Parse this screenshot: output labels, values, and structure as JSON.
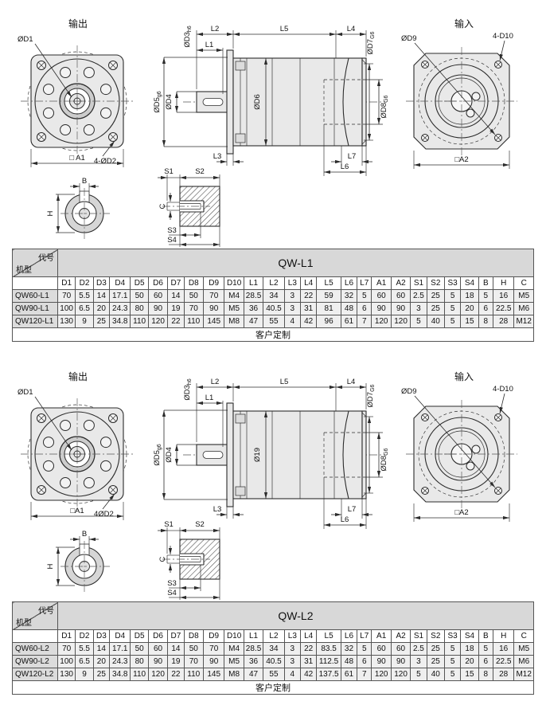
{
  "drawings": {
    "labels": {
      "output_title": "输出",
      "input_title": "输入",
      "od1": "ØD1",
      "od3": "ØD3",
      "od3_sub": "h6",
      "od4": "ØD4",
      "od5": "ØD5",
      "od5_sub": "g6",
      "od7": "ØD7",
      "od7_sub": "G6",
      "od8": "ØD8",
      "od8_sub": "G6",
      "od9": "ØD9",
      "d10_callout": "4-D10",
      "l1": "L1",
      "l2": "L2",
      "l3": "L3",
      "l4": "L4",
      "l5": "L5",
      "l6": "L6",
      "l7": "L7",
      "a2": "□A2",
      "s1": "S1",
      "s2": "S2",
      "s3": "S3",
      "s4": "S4",
      "b": "B",
      "h": "H",
      "c": "C"
    },
    "set1": {
      "d2_callout": "4-ØD2",
      "body_dia": "ØD6",
      "a1": "□ A1"
    },
    "set2": {
      "d2_callout": "4ØD2",
      "body_dia": "Ø19",
      "a1": "□A1"
    }
  },
  "tables": [
    {
      "title": "QW-L1",
      "corner_top": "代号",
      "corner_bottom": "机型",
      "columns": [
        "D1",
        "D2",
        "D3",
        "D4",
        "D5",
        "D6",
        "D7",
        "D8",
        "D9",
        "D10",
        "L1",
        "L2",
        "L3",
        "L4",
        "L5",
        "L6",
        "L7",
        "A1",
        "A2",
        "S1",
        "S2",
        "S3",
        "S4",
        "B",
        "H",
        "C"
      ],
      "rows": [
        {
          "model": "QW60-L1",
          "values": [
            "70",
            "5.5",
            "14",
            "17.1",
            "50",
            "60",
            "14",
            "50",
            "70",
            "M4",
            "28.5",
            "34",
            "3",
            "22",
            "59",
            "32",
            "5",
            "60",
            "60",
            "2.5",
            "25",
            "5",
            "18",
            "5",
            "16",
            "M5"
          ]
        },
        {
          "model": "QW90-L1",
          "values": [
            "100",
            "6.5",
            "20",
            "24.3",
            "80",
            "90",
            "19",
            "70",
            "90",
            "M5",
            "36",
            "40.5",
            "3",
            "31",
            "81",
            "48",
            "6",
            "90",
            "90",
            "3",
            "25",
            "5",
            "20",
            "6",
            "22.5",
            "M6"
          ]
        },
        {
          "model": "QW120-L1",
          "values": [
            "130",
            "9",
            "25",
            "34.8",
            "110",
            "120",
            "22",
            "110",
            "145",
            "M8",
            "47",
            "55",
            "4",
            "42",
            "96",
            "61",
            "7",
            "120",
            "120",
            "5",
            "40",
            "5",
            "15",
            "8",
            "28",
            "M12"
          ]
        }
      ],
      "footer": "客户定制"
    },
    {
      "title": "QW-L2",
      "corner_top": "代号",
      "corner_bottom": "机型",
      "columns": [
        "D1",
        "D2",
        "D3",
        "D4",
        "D5",
        "D6",
        "D7",
        "D8",
        "D9",
        "D10",
        "L1",
        "L2",
        "L3",
        "L4",
        "L5",
        "L6",
        "L7",
        "A1",
        "A2",
        "S1",
        "S2",
        "S3",
        "S4",
        "B",
        "H",
        "C"
      ],
      "rows": [
        {
          "model": "QW60-L2",
          "values": [
            "70",
            "5.5",
            "14",
            "17.1",
            "50",
            "60",
            "14",
            "50",
            "70",
            "M4",
            "28.5",
            "34",
            "3",
            "22",
            "83.5",
            "32",
            "5",
            "60",
            "60",
            "2.5",
            "25",
            "5",
            "18",
            "5",
            "16",
            "M5"
          ]
        },
        {
          "model": "QW90-L2",
          "values": [
            "100",
            "6.5",
            "20",
            "24.3",
            "80",
            "90",
            "19",
            "70",
            "90",
            "M5",
            "36",
            "40.5",
            "3",
            "31",
            "112.5",
            "48",
            "6",
            "90",
            "90",
            "3",
            "25",
            "5",
            "20",
            "6",
            "22.5",
            "M6"
          ]
        },
        {
          "model": "QW120-L2",
          "values": [
            "130",
            "9",
            "25",
            "34.8",
            "110",
            "120",
            "22",
            "110",
            "145",
            "M8",
            "47",
            "55",
            "4",
            "42",
            "137.5",
            "61",
            "7",
            "120",
            "120",
            "5",
            "40",
            "5",
            "15",
            "8",
            "28",
            "M12"
          ]
        }
      ],
      "footer": "客户定制"
    }
  ]
}
